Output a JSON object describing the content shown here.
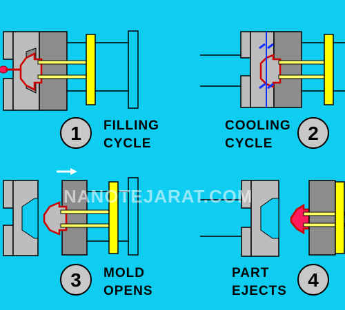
{
  "panels": [
    {
      "number": "1",
      "line1": "FILLING",
      "line2": "CYCLE"
    },
    {
      "number": "2",
      "line1": "COOLING",
      "line2": "CYCLE"
    },
    {
      "number": "3",
      "line1": "MOLD",
      "line2": "OPENS"
    },
    {
      "number": "4",
      "line1": "PART",
      "line2": "EJECTS"
    }
  ],
  "watermark": "NANOTEJARAT.COM",
  "colors": {
    "background": "#0ecdf0",
    "mold_light": "#bdbdbd",
    "mold_dark": "#8c8c8c",
    "ejector_plate": "#ffff00",
    "rods": "#ffff66",
    "part_outline": "#cc0000",
    "molten": "#ff1a5e",
    "coolant": "#1030ff",
    "arrow": "#ffffff"
  },
  "icons": {
    "arrow": "right-arrow-icon",
    "drop": "nozzle-drop-icon"
  }
}
